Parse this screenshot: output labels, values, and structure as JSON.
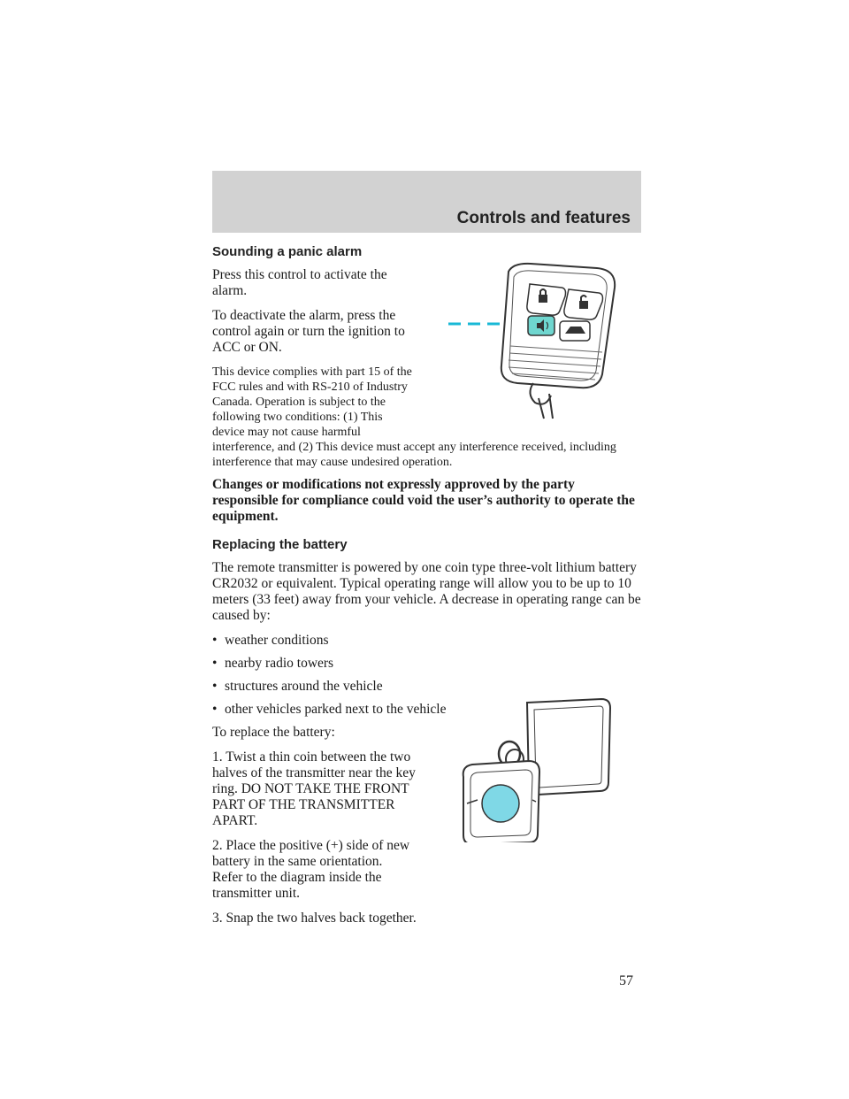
{
  "header": {
    "title": "Controls and features"
  },
  "section_panic": {
    "heading": "Sounding a panic alarm",
    "p1": "Press this control to activate the alarm.",
    "p2": "To deactivate the alarm, press the control again or turn the ignition to ACC or ON.",
    "fcc_narrow": "This device complies with part 15 of the FCC rules and with RS-210 of Industry Canada. Operation is subject to the following two conditions: (1) This device may not cause harmful",
    "fcc_wide": "interference, and (2) This device must accept any interference received, including interference that may cause undesired operation.",
    "warning": "Changes or modifications not expressly approved by the party responsible for compliance could void the user’s authority to operate the equipment."
  },
  "section_battery": {
    "heading": "Replacing the battery",
    "intro": "The remote transmitter is powered by one coin type three-volt lithium battery CR2032 or equivalent. Typical operating range will allow you to be up to 10 meters (33 feet) away from your vehicle. A decrease in operating range can be caused by:",
    "bullet_char": "•",
    "bullets": [
      "weather conditions",
      "nearby radio towers",
      "structures around the vehicle",
      "other vehicles parked next to the vehicle"
    ],
    "lead": "To replace the battery:",
    "steps": [
      "1. Twist a thin coin between the two halves of the transmitter near the key ring. DO NOT TAKE THE FRONT PART OF THE TRANSMITTER APART.",
      "2. Place the positive (+) side of new battery in the same orientation. Refer to the diagram inside the transmitter unit.",
      "3. Snap the two halves back together."
    ]
  },
  "page_number": "57",
  "colors": {
    "header_band": "#d2d2d2",
    "panic_button": "#6fd6cf",
    "arrow": "#18b8d6",
    "battery": "#7fd8e6"
  }
}
